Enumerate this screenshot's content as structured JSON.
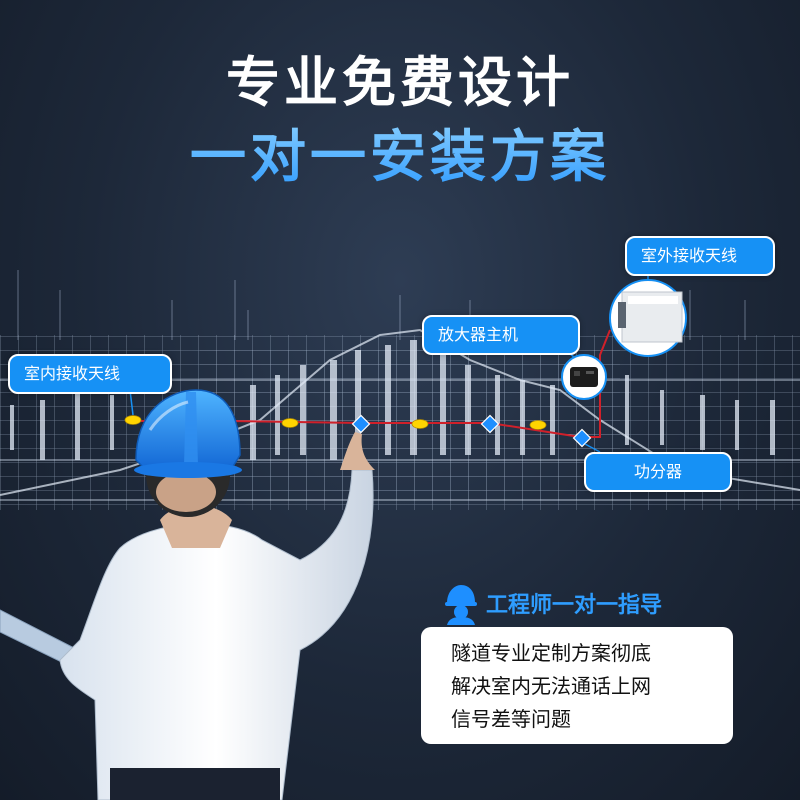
{
  "title": {
    "line1": "专业免费设计",
    "line2": "一对一安装方案"
  },
  "diagram": {
    "labels": {
      "indoor_antenna": "室内接收天线",
      "amplifier": "放大器主机",
      "outdoor_antenna": "室外接收天线",
      "splitter": "功分器"
    },
    "colors": {
      "callout": "#1691f5",
      "cable": "#d0202a",
      "node_yellow": "#ffd400",
      "node_blue": "#1e8fff",
      "grid": "#c7d6ee"
    },
    "icons": [
      "helmet-engineer-icon",
      "antenna-icon",
      "amplifier-icon"
    ]
  },
  "engineer_section": {
    "heading": "工程师一对一指导",
    "lines": [
      "隧道专业定制方案彻底",
      "解决室内无法通话上网",
      "信号差等问题"
    ]
  }
}
